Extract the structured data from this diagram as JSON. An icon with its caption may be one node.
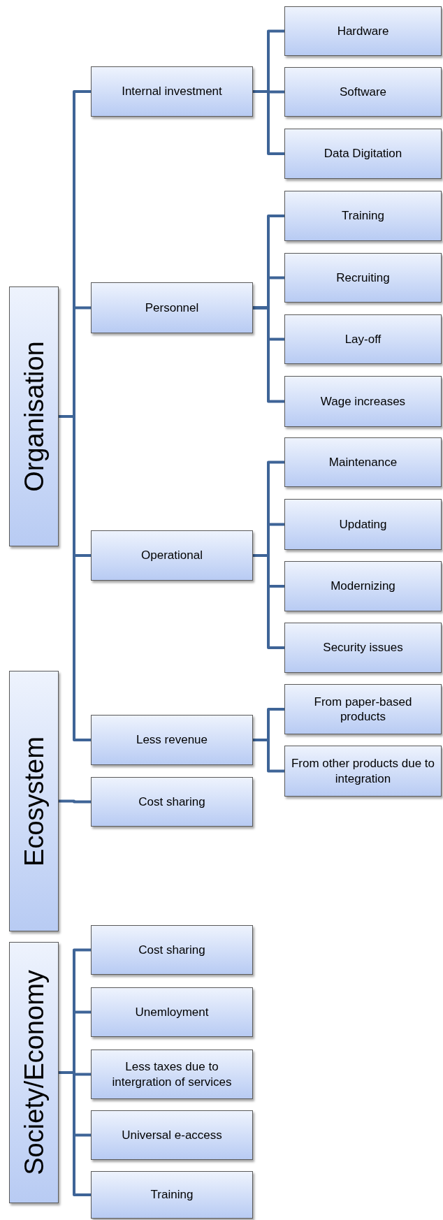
{
  "diagram": {
    "nodes": [
      {
        "text": [
          "Organisation"
        ]
      },
      {
        "text": [
          "Internal investment"
        ]
      },
      {
        "text": [
          "Hardware"
        ]
      },
      {
        "text": [
          "Software"
        ]
      },
      {
        "text": [
          "Data Digitation"
        ]
      },
      {
        "text": [
          "Personnel"
        ]
      },
      {
        "text": [
          "Training"
        ]
      },
      {
        "text": [
          "Recruiting"
        ]
      },
      {
        "text": [
          "Lay-off"
        ]
      },
      {
        "text": [
          "Wage increases"
        ]
      },
      {
        "text": [
          "Operational"
        ]
      },
      {
        "text": [
          "Maintenance"
        ]
      },
      {
        "text": [
          "Updating"
        ]
      },
      {
        "text": [
          "Modernizing"
        ]
      },
      {
        "text": [
          "Security issues"
        ]
      },
      {
        "text": [
          "Less revenue"
        ]
      },
      {
        "text": [
          "From paper-based products"
        ]
      },
      {
        "text": [
          "From other products due to integration"
        ]
      },
      {
        "text": [
          "Ecosystem"
        ]
      },
      {
        "text": [
          "Cost sharing"
        ]
      },
      {
        "text": [
          "Society/Economy"
        ]
      },
      {
        "text": [
          "Cost sharing"
        ]
      },
      {
        "text": [
          "Unemloyment"
        ]
      },
      {
        "text": [
          "Less taxes due to intergration of services"
        ]
      },
      {
        "text": [
          "Universal e-access"
        ]
      },
      {
        "text": [
          "Training"
        ]
      }
    ],
    "edges": [
      {
        "from": 0,
        "to": 1,
        "arrow": "none"
      },
      {
        "from": 0,
        "to": 5,
        "arrow": "none"
      },
      {
        "from": 0,
        "to": 10,
        "arrow": "none"
      },
      {
        "from": 0,
        "to": 15,
        "arrow": "none"
      },
      {
        "from": 1,
        "to": 2,
        "arrow": "none"
      },
      {
        "from": 1,
        "to": 3,
        "arrow": "none"
      },
      {
        "from": 1,
        "to": 4,
        "arrow": "none"
      },
      {
        "from": 5,
        "to": 6,
        "arrow": "none"
      },
      {
        "from": 5,
        "to": 7,
        "arrow": "none"
      },
      {
        "from": 5,
        "to": 8,
        "arrow": "none"
      },
      {
        "from": 5,
        "to": 9,
        "arrow": "none"
      },
      {
        "from": 10,
        "to": 11,
        "arrow": "none"
      },
      {
        "from": 10,
        "to": 12,
        "arrow": "none"
      },
      {
        "from": 10,
        "to": 13,
        "arrow": "none"
      },
      {
        "from": 10,
        "to": 14,
        "arrow": "none"
      },
      {
        "from": 15,
        "to": 16,
        "arrow": "none"
      },
      {
        "from": 15,
        "to": 17,
        "arrow": "none"
      },
      {
        "from": 18,
        "to": 19,
        "arrow": "none"
      },
      {
        "from": 20,
        "to": 21,
        "arrow": "none"
      },
      {
        "from": 20,
        "to": 22,
        "arrow": "none"
      },
      {
        "from": 20,
        "to": 23,
        "arrow": "none"
      },
      {
        "from": 20,
        "to": 24,
        "arrow": "none"
      },
      {
        "from": 20,
        "to": 25,
        "arrow": "none"
      }
    ]
  }
}
